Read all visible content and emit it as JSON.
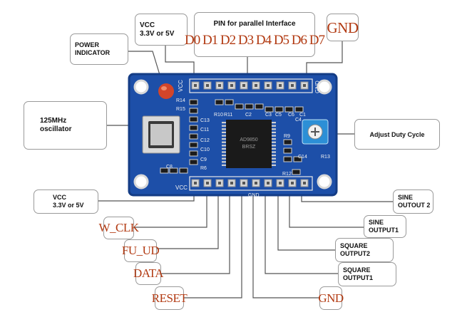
{
  "labels": {
    "vcc_top": [
      "VCC",
      "3.3V or 5V"
    ],
    "parallel_title": "PIN for parallel Interface",
    "data_pins": "D0 D1 D2 D3 D4 D5 D6 D7",
    "gnd_top": "GND",
    "power_indicator": [
      "POWER",
      "INDICATOR"
    ],
    "oscillator": [
      "125MHz",
      "oscillator"
    ],
    "adjust_duty": "Adjust Duty Cycle",
    "vcc_bottom": [
      "VCC",
      "3.3V or 5V"
    ],
    "sine_out2": [
      "SINE",
      "OUTOUT 2"
    ],
    "sine_out1": [
      "SINE",
      "OUTPUT1"
    ],
    "square_out2": [
      "SQUARE",
      "OUTPUT2"
    ],
    "square_out1": [
      "SQUARE",
      "OUTPUT1"
    ],
    "w_clk": "W_CLK",
    "fu_ud": "FU_UD",
    "data": "DATA",
    "reset": "RESET",
    "gnd_bottom": "GND"
  },
  "board": {
    "silk_top_vcc": "VCC",
    "silk_top_gnd": "GND",
    "silk_bottom_vcc": "VCC",
    "silk_bottom_gnd": "GND",
    "components": [
      "R14",
      "R15",
      "C13",
      "C11",
      "C12",
      "C10",
      "C9",
      "R6",
      "C8",
      "R10",
      "R11",
      "C2",
      "C3",
      "C5",
      "C6",
      "C4",
      "C1",
      "R9",
      "C14",
      "R13",
      "R12"
    ],
    "chip_text": [
      "AD9850",
      "BRSZ"
    ]
  },
  "colors": {
    "board": "#1d4fa8",
    "board_dark": "#163d87",
    "silk": "#f2f2f2",
    "label_red": "#b23a12",
    "leader": "#555555"
  }
}
